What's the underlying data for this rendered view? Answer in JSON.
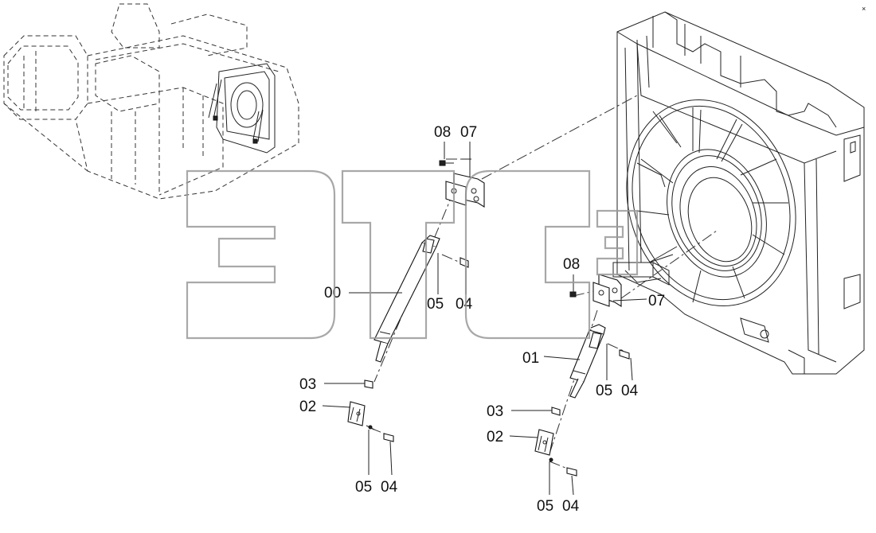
{
  "diagram": {
    "corner_mark": "×",
    "labels": {
      "p08_a": "08",
      "p07_a": "07",
      "p00": "00",
      "p05_a": "05",
      "p04_a": "04",
      "p08_b": "08",
      "p07_b": "07",
      "p01": "01",
      "p05_b": "05",
      "p04_b": "04",
      "p03_a": "03",
      "p02_a": "02",
      "p05_c": "05",
      "p04_c": "04",
      "p03_b": "03",
      "p02_b": "02",
      "p05_d": "05",
      "p04_d": "04"
    },
    "watermark": {
      "text": "этс",
      "color": "#9a9a9a"
    }
  }
}
